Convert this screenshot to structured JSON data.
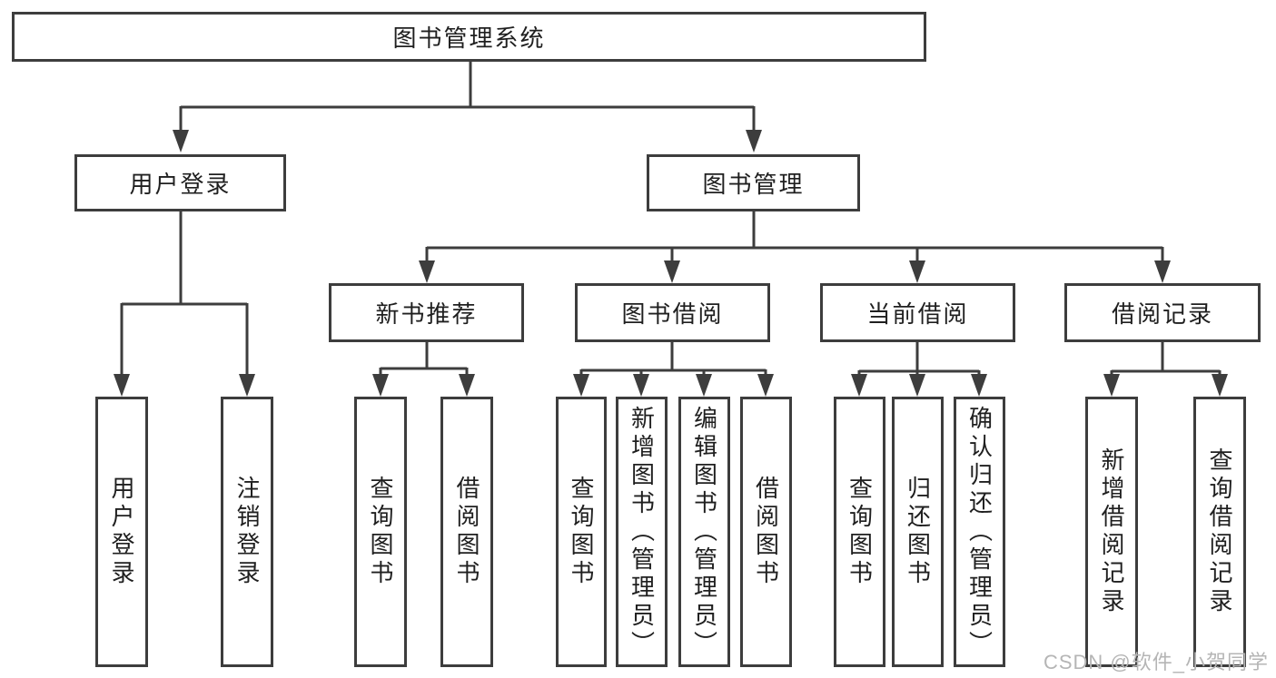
{
  "tree": {
    "label": "图书管理系统",
    "children": [
      {
        "label": "用户登录",
        "children": [
          {
            "label": "用户登录"
          },
          {
            "label": "注销登录"
          }
        ]
      },
      {
        "label": "图书管理",
        "children": [
          {
            "label": "新书推荐",
            "children": [
              {
                "label": "查询图书"
              },
              {
                "label": "借阅图书"
              }
            ]
          },
          {
            "label": "图书借阅",
            "children": [
              {
                "label": "查询图书"
              },
              {
                "label": "新增图书（管理员）"
              },
              {
                "label": "编辑图书（管理员）"
              },
              {
                "label": "借阅图书"
              }
            ]
          },
          {
            "label": "当前借阅",
            "children": [
              {
                "label": "查询图书"
              },
              {
                "label": "归还图书"
              },
              {
                "label": "确认归还（管理员）"
              }
            ]
          },
          {
            "label": "借阅记录",
            "children": [
              {
                "label": "新增借阅记录"
              },
              {
                "label": "查询借阅记录"
              }
            ]
          }
        ]
      }
    ]
  },
  "watermark": {
    "text": "CSDN @软件_小贺同学"
  },
  "colors": {
    "line": "#3d3d3d",
    "box_border": "#3d3d3d",
    "text": "#1f1f1f",
    "watermark": "#b5b5b5",
    "background": "#ffffff"
  }
}
